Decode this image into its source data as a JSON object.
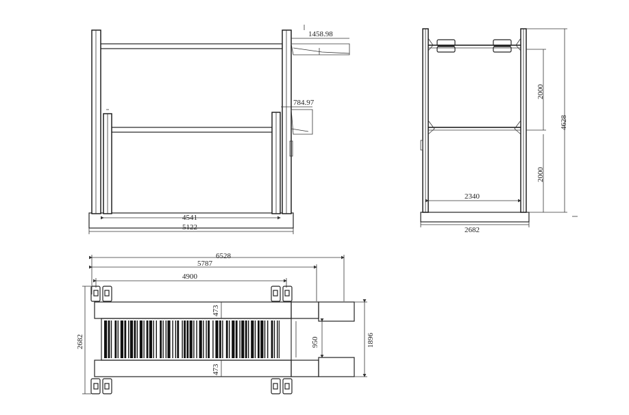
{
  "front_view": {
    "dim_upper_offset": "1458.98",
    "dim_lower_offset": "784.97",
    "dim_inner_width": "4541",
    "dim_outer_width": "5122"
  },
  "side_view": {
    "dim_upper_height": "2000",
    "dim_lower_height": "2000",
    "dim_total_height": "4628",
    "dim_inner_width": "2340",
    "dim_outer_width": "2682"
  },
  "top_view": {
    "dim_total_length": "6528",
    "dim_mid_length": "5787",
    "dim_post_span": "4900",
    "dim_overall_width": "2682",
    "dim_platform_width_top": "473",
    "dim_platform_width_bottom": "473",
    "dim_gap": "950",
    "dim_ramp_width": "1896"
  }
}
